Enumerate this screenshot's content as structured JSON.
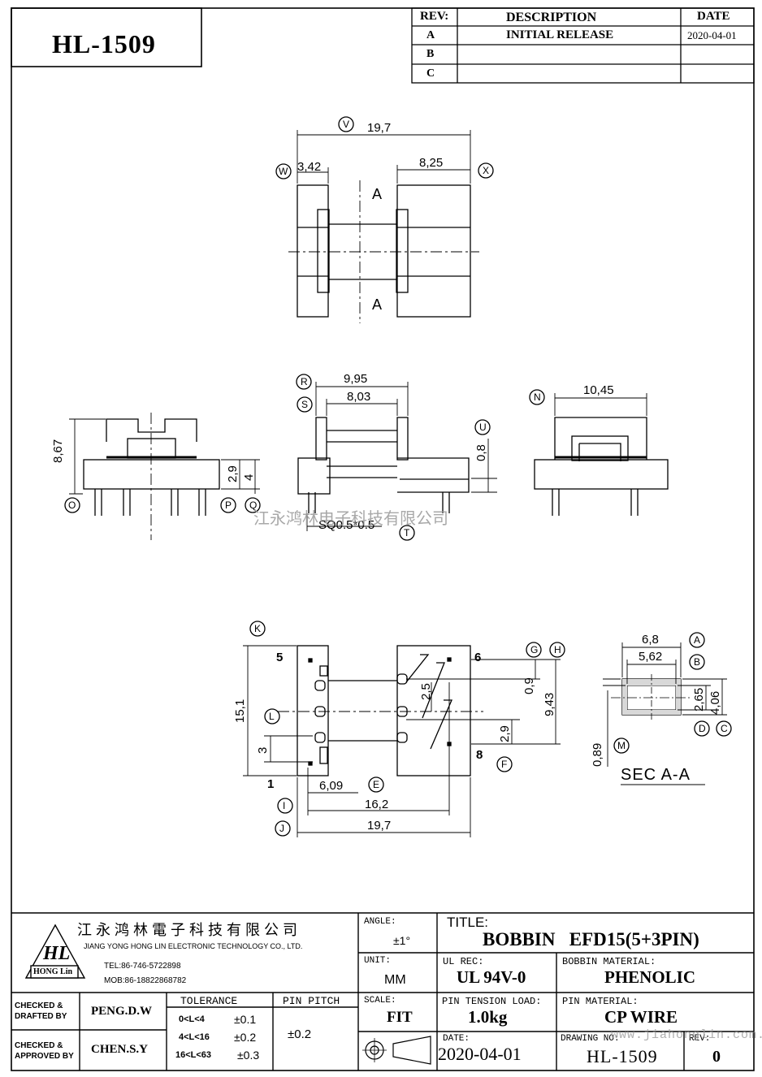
{
  "part_number": "HL-1509",
  "revision_table": {
    "headers": [
      "REV:",
      "DESCRIPTION",
      "DATE"
    ],
    "rows": [
      {
        "rev": "A",
        "description": "INITIAL  RELEASE",
        "date": "2020-04-01"
      },
      {
        "rev": "B",
        "description": "",
        "date": ""
      },
      {
        "rev": "C",
        "description": "",
        "date": ""
      }
    ]
  },
  "top_view": {
    "dim_overall": "19,7",
    "dim_left": "3,42",
    "dim_right": "8,25",
    "section_mark": "A",
    "callouts": [
      "V",
      "W",
      "X"
    ]
  },
  "side_view": {
    "dim_height": "8,67",
    "dim_29": "2,9",
    "dim_4": "4",
    "callouts": [
      "O",
      "P",
      "Q"
    ]
  },
  "front_view": {
    "dim_outer": "9,95",
    "dim_inner": "8,03",
    "dim_08": "0,8",
    "pin_note": "SQ0.5*0.5",
    "callouts": [
      "R",
      "S",
      "U",
      "T"
    ]
  },
  "end_view": {
    "dim_width": "10,45",
    "callouts": [
      "N"
    ]
  },
  "bottom_view": {
    "pin_5": "5",
    "pin_1": "1",
    "pin_6": "6",
    "pin_8": "8",
    "dim_151": "15,1",
    "dim_3": "3",
    "dim_609": "6,09",
    "dim_162": "16,2",
    "dim_197": "19,7",
    "dim_09": "0,9",
    "dim_25": "2,5",
    "dim_943": "9,43",
    "dim_29": "2,9",
    "callouts": [
      "K",
      "L",
      "E",
      "I",
      "J",
      "G",
      "H",
      "F"
    ]
  },
  "section_view": {
    "dim_68": "6,8",
    "dim_562": "5,62",
    "dim_265": "2,65",
    "dim_406": "4,06",
    "dim_089": "0,89",
    "title": "SEC A-A",
    "callouts": [
      "A",
      "B",
      "D",
      "C",
      "M"
    ]
  },
  "watermark": "江永鸿林电子科技有限公司",
  "title_block": {
    "company_cn": "江永鸿林電子科技有限公司",
    "company_en": "JIANG YONG HONG LIN ELECTRONIC TECHNOLOGY CO., LTD.",
    "logo_text": "HL",
    "logo_sub": "HONG Lin",
    "tel": "TEL:86-746-5722898",
    "mob": "MOB:86-18822868782",
    "angle_label": "ANGLE:",
    "angle_value": "±1°",
    "title_label": "TITLE:",
    "title_value": "BOBBIN   EFD15(5+3PIN)",
    "unit_label": "UNIT:",
    "unit_value": "MM",
    "ulrec_label": "UL REC:",
    "ulrec_value": "UL 94V-0",
    "bobbin_material_label": "BOBBIN MATERIAL:",
    "bobbin_material_value": "PHENOLIC",
    "checked_drafted_label_1": "CHECKED &",
    "checked_drafted_label_2": "DRAFTED BY",
    "checked_drafted_value": "PENG.D.W",
    "checked_approved_label_1": "CHECKED &",
    "checked_approved_label_2": "APPROVED BY",
    "checked_approved_value": "CHEN.S.Y",
    "tolerance_label": "TOLERANCE",
    "tolerance_rows": [
      {
        "range": "0<L<4",
        "value": "±0.1"
      },
      {
        "range": "4<L<16",
        "value": "±0.2"
      },
      {
        "range": "16<L<63",
        "value": "±0.3"
      }
    ],
    "pin_pitch_label": "PIN PITCH",
    "pin_pitch_value": "±0.2",
    "scale_label": "SCALE:",
    "scale_value": "FIT",
    "pin_tension_label": "PIN TENSION LOAD:",
    "pin_tension_value": "1.0kg",
    "pin_material_label": "PIN MATERIAL:",
    "pin_material_value": "CP WIRE",
    "date_label": "DATE:",
    "date_value": "2020-04-01",
    "drawing_no_label": "DRAWING NO:",
    "drawing_no_value": "HL-1509",
    "rev_label": "REV:",
    "rev_value": "0",
    "url_watermark": "www.jiahonglin.com.cn"
  }
}
